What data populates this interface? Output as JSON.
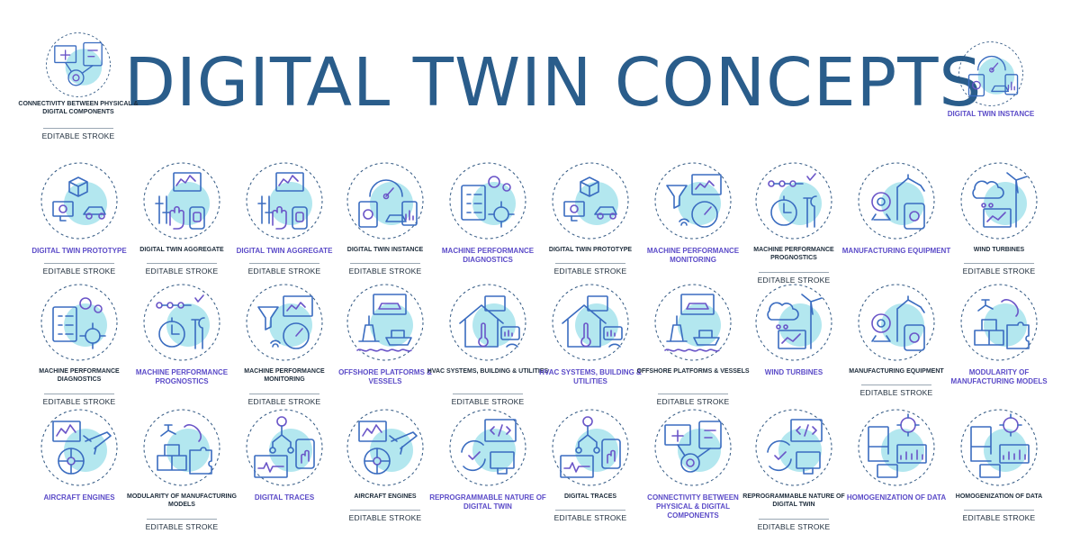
{
  "title": "DIGITAL TWIN CONCEPTS",
  "editable": "EDITABLE STROKE",
  "colors": {
    "title": "#2a5d8b",
    "accent_blue": "#3a6cc0",
    "accent_purple": "#6a55c8",
    "highlight": "#a6e3ec"
  },
  "corner_items": [
    {
      "label": "CONNECTIVITY BETWEEN PHYSICAL & DIGITAL COMPONENTS",
      "style": "dark",
      "editable": true,
      "icon": "connectivity-icon"
    },
    {
      "label": "DIGITAL TWIN INSTANCE",
      "style": "purple",
      "editable": false,
      "icon": "gauge-icon"
    }
  ],
  "rows": [
    [
      {
        "label": "DIGITAL TWIN PROTOTYPE",
        "style": "purple",
        "editable": true,
        "icon": "cube-car-icon"
      },
      {
        "label": "DIGITAL TWIN AGGREGATE",
        "style": "dark",
        "editable": true,
        "icon": "touch-sliders-icon"
      },
      {
        "label": "DIGITAL TWIN AGGREGATE",
        "style": "purple",
        "editable": true,
        "icon": "touch-sliders-icon"
      },
      {
        "label": "DIGITAL TWIN INSTANCE",
        "style": "dark",
        "editable": true,
        "icon": "gauge-icon"
      },
      {
        "label": "MACHINE PERFORMANCE DIAGNOSTICS",
        "style": "purple",
        "editable": false,
        "icon": "checklist-gears-icon"
      },
      {
        "label": "DIGITAL TWIN PROTOTYPE",
        "style": "dark",
        "editable": true,
        "icon": "cube-car-icon"
      },
      {
        "label": "MACHINE PERFORMANCE MONITORING",
        "style": "purple",
        "editable": false,
        "icon": "funnel-gauge-icon"
      },
      {
        "label": "MACHINE PERFORMANCE PROGNOSTICS",
        "style": "dark",
        "editable": true,
        "icon": "stopwatch-tools-icon"
      },
      {
        "label": "MANUFACTURING EQUIPMENT",
        "style": "purple",
        "editable": false,
        "icon": "robot-arm-icon"
      },
      {
        "label": "WIND TURBINES",
        "style": "dark",
        "editable": true,
        "icon": "wind-turbine-icon"
      }
    ],
    [
      {
        "label": "MACHINE PERFORMANCE DIAGNOSTICS",
        "style": "dark",
        "editable": true,
        "icon": "checklist-gears-icon"
      },
      {
        "label": "MACHINE PERFORMANCE PROGNOSTICS",
        "style": "purple",
        "editable": false,
        "icon": "stopwatch-tools-icon"
      },
      {
        "label": "MACHINE PERFORMANCE MONITORING",
        "style": "dark",
        "editable": true,
        "icon": "funnel-gauge-icon"
      },
      {
        "label": "OFFSHORE PLATFORMS & VESSELS",
        "style": "purple",
        "editable": false,
        "icon": "offshore-platform-icon"
      },
      {
        "label": "HVAC SYSTEMS, BUILDING & UTILITIES",
        "style": "dark",
        "editable": true,
        "icon": "house-thermometer-icon"
      },
      {
        "label": "HVAC SYSTEMS, BUILDING & UTILITIES",
        "style": "purple",
        "editable": false,
        "icon": "house-thermometer-icon"
      },
      {
        "label": "OFFSHORE PLATFORMS & VESSELS",
        "style": "dark",
        "editable": true,
        "icon": "offshore-platform-icon"
      },
      {
        "label": "WIND TURBINES",
        "style": "purple",
        "editable": false,
        "icon": "wind-turbine-icon"
      },
      {
        "label": "MANUFACTURING EQUIPMENT",
        "style": "dark",
        "editable": true,
        "icon": "robot-arm-icon"
      },
      {
        "label": "MODULARITY OF MANUFACTURING MODELS",
        "style": "purple",
        "editable": false,
        "icon": "puzzle-icon"
      }
    ],
    [
      {
        "label": "AIRCRAFT ENGINES",
        "style": "purple",
        "editable": false,
        "icon": "aircraft-engine-icon"
      },
      {
        "label": "MODULARITY OF MANUFACTURING MODELS",
        "style": "dark",
        "editable": true,
        "icon": "puzzle-icon"
      },
      {
        "label": "DIGITAL TRACES",
        "style": "purple",
        "editable": false,
        "icon": "digital-traces-icon"
      },
      {
        "label": "AIRCRAFT ENGINES",
        "style": "dark",
        "editable": true,
        "icon": "aircraft-engine-icon"
      },
      {
        "label": "REPROGRAMMABLE NATURE OF DIGITAL TWIN",
        "style": "purple",
        "editable": false,
        "icon": "code-window-icon"
      },
      {
        "label": "DIGITAL TRACES",
        "style": "dark",
        "editable": true,
        "icon": "digital-traces-icon"
      },
      {
        "label": "CONNECTIVITY BETWEEN PHYSICAL & DIGITAL COMPONENTS",
        "style": "purple",
        "editable": false,
        "icon": "connectivity-icon"
      },
      {
        "label": "REPROGRAMMABLE NATURE OF DIGITAL TWIN",
        "style": "dark",
        "editable": true,
        "icon": "code-window-icon"
      },
      {
        "label": "HOMOGENIZATION OF DATA",
        "style": "purple",
        "editable": false,
        "icon": "data-charts-icon"
      },
      {
        "label": "HOMOGENIZATION OF DATA",
        "style": "dark",
        "editable": true,
        "icon": "data-charts-icon"
      }
    ]
  ]
}
